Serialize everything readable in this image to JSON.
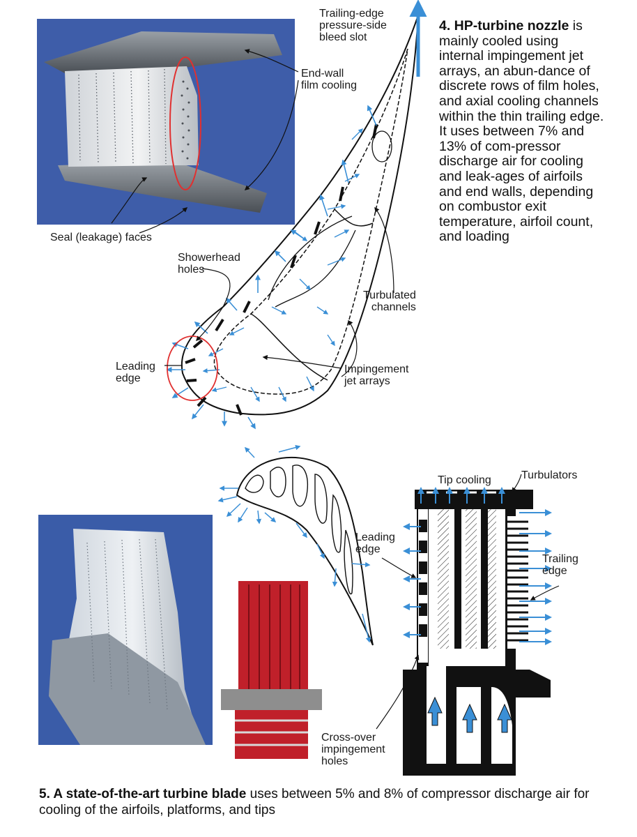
{
  "figure4": {
    "labels": {
      "trailing_edge_slot": "Trailing-edge\npressure-side\nbleed slot",
      "end_wall_film": "End-wall\nfilm cooling",
      "seal_faces": "Seal (leakage) faces",
      "showerhead": "Showerhead\nholes",
      "turbulated": "Turbulated\nchannels",
      "leading_edge": "Leading\nedge",
      "impingement": "Impingement\njet arrays"
    },
    "description": {
      "title": "4. HP-turbine nozzle",
      "text": "is mainly cooled using internal impingement jet arrays, an abun-dance of discrete rows of film holes, and axial cooling channels within the thin trailing edge. It uses between 7% and 13% of com-pressor discharge air for cooling and leak-ages of airfoils and end walls, depending on combustor exit temperature, airfoil count, and loading"
    }
  },
  "figure5": {
    "labels": {
      "tip_cooling": "Tip cooling",
      "turbulators": "Turbulators",
      "leading_edge": "Leading\nedge",
      "trailing_edge": "Trailing\nedge",
      "cross_over": "Cross-over\nimpingement\nholes"
    },
    "caption": {
      "title": "5. A state-of-the-art turbine blade",
      "text": " uses between 5% and 8% of compressor discharge air for cooling of the airfoils, platforms, and tips"
    }
  },
  "colors": {
    "photo_blue": "#3d5fae",
    "arrow_blue": "#3a8fd6",
    "highlight_red": "#e03030",
    "blade_red": "#c0202a"
  }
}
